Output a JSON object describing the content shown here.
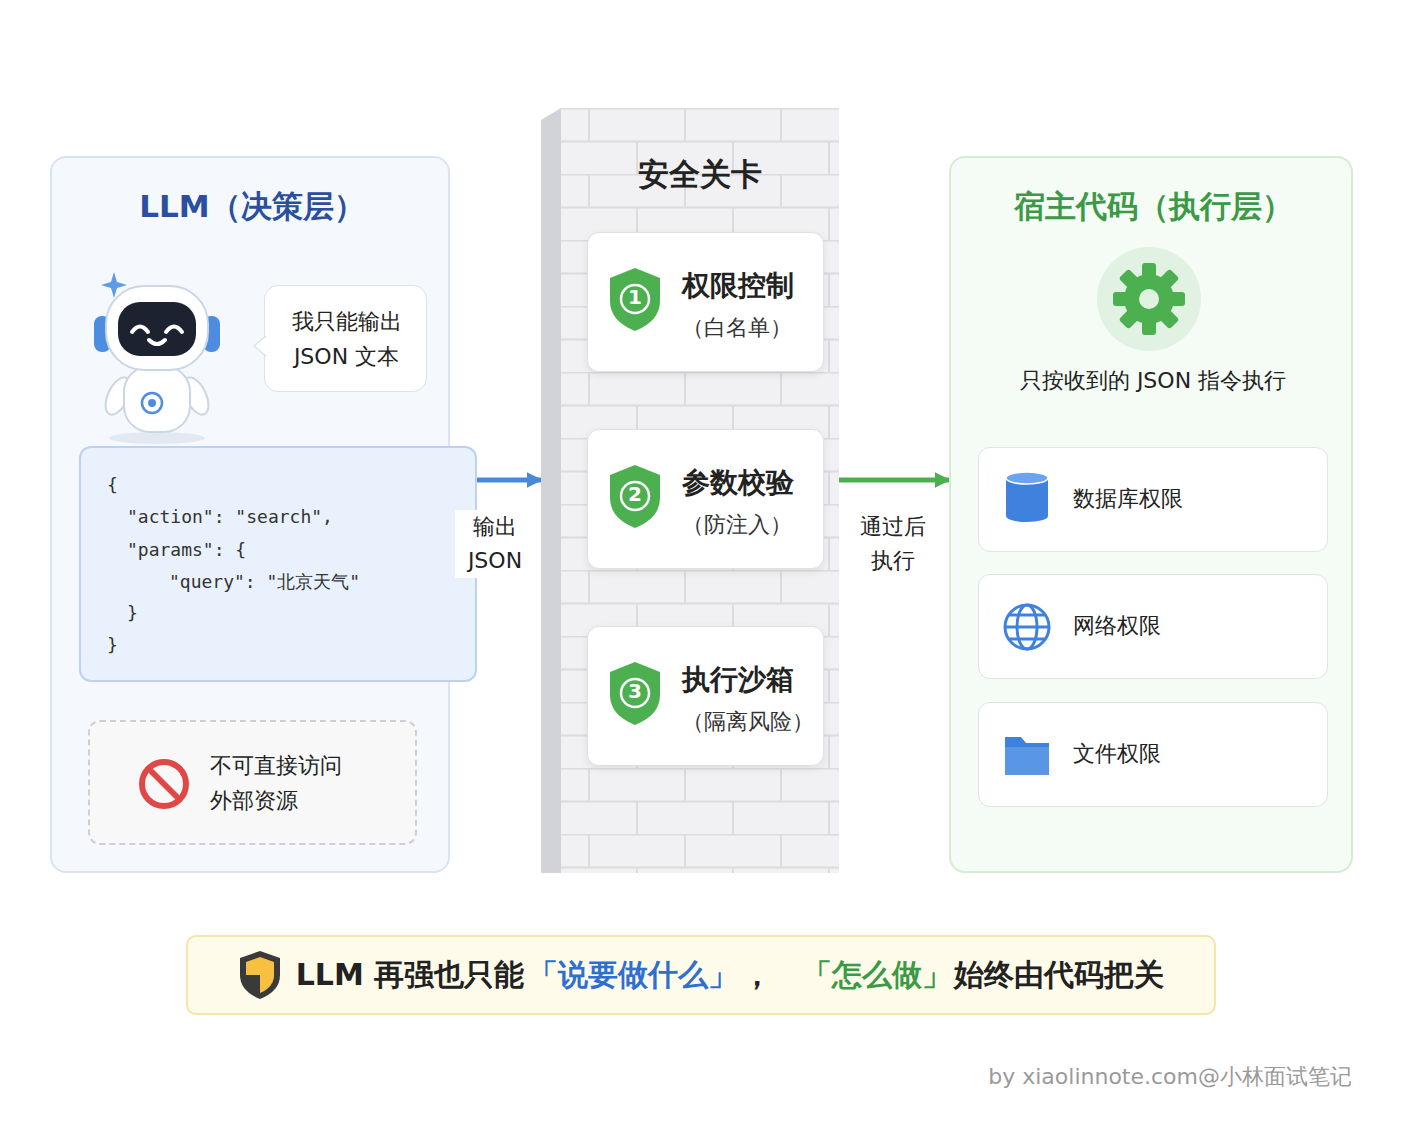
{
  "diagram": {
    "nodes": [
      {
        "text": [
          "LLM（决策层）"
        ]
      },
      {
        "text": [
          "我只能输出 JSON 文本"
        ],
        "in": 0
      },
      {
        "text": [
          "{",
          "\"action\": \"search\",",
          "\"params\": {",
          "\"query\": \"北京天气\"",
          "}",
          "}"
        ],
        "in": 0
      },
      {
        "text": [
          "不可直接访问 外部资源"
        ],
        "in": 0
      },
      {
        "text": [
          "安全关卡"
        ]
      },
      {
        "text": [
          "1",
          "权限控制",
          "（白名单）"
        ],
        "in": 4
      },
      {
        "text": [
          "2",
          "参数校验",
          "（防注入）"
        ],
        "in": 4
      },
      {
        "text": [
          "3",
          "执行沙箱",
          "（隔离风险）"
        ],
        "in": 4
      },
      {
        "text": [
          "宿主代码（执行层）",
          "只按收到的 JSON 指令执行"
        ]
      },
      {
        "text": [
          "数据库权限"
        ],
        "in": 8
      },
      {
        "text": [
          "网络权限"
        ],
        "in": 8
      },
      {
        "text": [
          "文件权限"
        ],
        "in": 8
      },
      {
        "text": [
          "LLM 再强也只能",
          "「说要做什么」",
          "，",
          "「怎么做」",
          "始终由代码把关"
        ]
      }
    ],
    "edges": [
      {
        "from": 0,
        "to": 4,
        "label": "输出 JSON",
        "arrow": "to"
      },
      {
        "from": 4,
        "to": 8,
        "label": "通过后 执行",
        "arrow": "to"
      }
    ],
    "labels": [
      "by xiaolinnote.com@小林面试笔记"
    ]
  }
}
